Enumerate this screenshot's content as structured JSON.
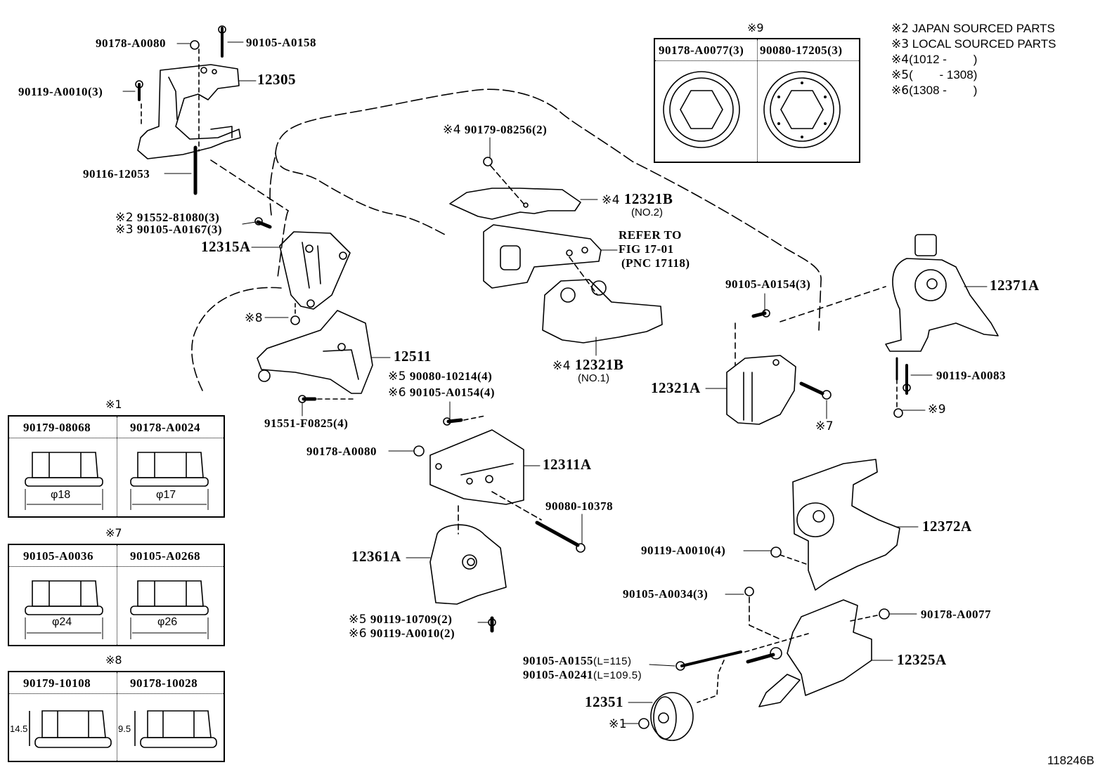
{
  "legend": [
    {
      "mark": "※2",
      "text": "JAPAN SOURCED PARTS"
    },
    {
      "mark": "※3",
      "text": "LOCAL SOURCED PARTS"
    },
    {
      "mark": "※4",
      "text": "(1012 -        )"
    },
    {
      "mark": "※5",
      "text": "(        - 1308)"
    },
    {
      "mark": "※6",
      "text": "(1308 -        )"
    }
  ],
  "figure_id": "118246B",
  "callouts": {
    "p90178_A0080_top": "90178-A0080",
    "p90105_A0158": "90105-A0158",
    "p12305": "12305",
    "p90119_A0010_3": "90119-A0010(3)",
    "p90116_12053": "90116-12053",
    "p91552_81080": {
      "mark": "※2",
      "text": "91552-81080(3)"
    },
    "p90105_A0167": {
      "mark": "※3",
      "text": "90105-A0167(3)"
    },
    "p12315A": "12315A",
    "note8": {
      "mark": "※8"
    },
    "p12511": "12511",
    "p91551_F0825": "91551-F0825(4)",
    "p90080_10214": {
      "mark": "※5",
      "text": "90080-10214(4)"
    },
    "p90105_A0154_4": {
      "mark": "※6",
      "text": "90105-A0154(4)"
    },
    "p90178_A0080_mid": "90178-A0080",
    "p12311A": "12311A",
    "p90080_10378": "90080-10378",
    "p12361A": "12361A",
    "p90119_10709": {
      "mark": "※5",
      "text": "90119-10709(2)"
    },
    "p90119_A0010_2": {
      "mark": "※6",
      "text": "90119-A0010(2)"
    },
    "p90179_08256": {
      "mark": "※4",
      "text": "90179-08256(2)"
    },
    "p12321B_no2": {
      "mark": "※4",
      "text": "12321B",
      "sub": "(NO.2)"
    },
    "refer": {
      "line1": "REFER TO",
      "line2": "FIG 17-01",
      "line3": "(PNC 17118)"
    },
    "p12321B_no1": {
      "mark": "※4",
      "text": "12321B",
      "sub": "(NO.1)"
    },
    "p90105_A0154_3": "90105-A0154(3)",
    "p12321A": "12321A",
    "note7": {
      "mark": "※7"
    },
    "p12371A": "12371A",
    "p90119_A0083": "90119-A0083",
    "note9": {
      "mark": "※9"
    },
    "p12372A": "12372A",
    "p90119_A0010_4": "90119-A0010(4)",
    "p90105_A0034": "90105-A0034(3)",
    "p90178_A0077": "90178-A0077",
    "p90105_A0155": {
      "text": "90105-A0155",
      "len": "(L=115)"
    },
    "p90105_A0241": {
      "text": "90105-A0241",
      "len": "(L=109.5)"
    },
    "p12351": "12351",
    "p12325A": "12325A",
    "note1": {
      "mark": "※1"
    }
  },
  "tables": {
    "t9": {
      "mark": "※9",
      "cols": [
        "90178-A0077(3)",
        "90080-17205(3)"
      ]
    },
    "t1": {
      "mark": "※1",
      "cols": [
        "90179-08068",
        "90178-A0024"
      ],
      "dims": [
        "φ18",
        "φ17"
      ]
    },
    "t7": {
      "mark": "※7",
      "cols": [
        "90105-A0036",
        "90105-A0268"
      ],
      "dims": [
        "φ24",
        "φ26"
      ]
    },
    "t8": {
      "mark": "※8",
      "cols": [
        "90179-10108",
        "90178-10028"
      ],
      "dims": [
        "14.5",
        "9.5"
      ]
    }
  }
}
